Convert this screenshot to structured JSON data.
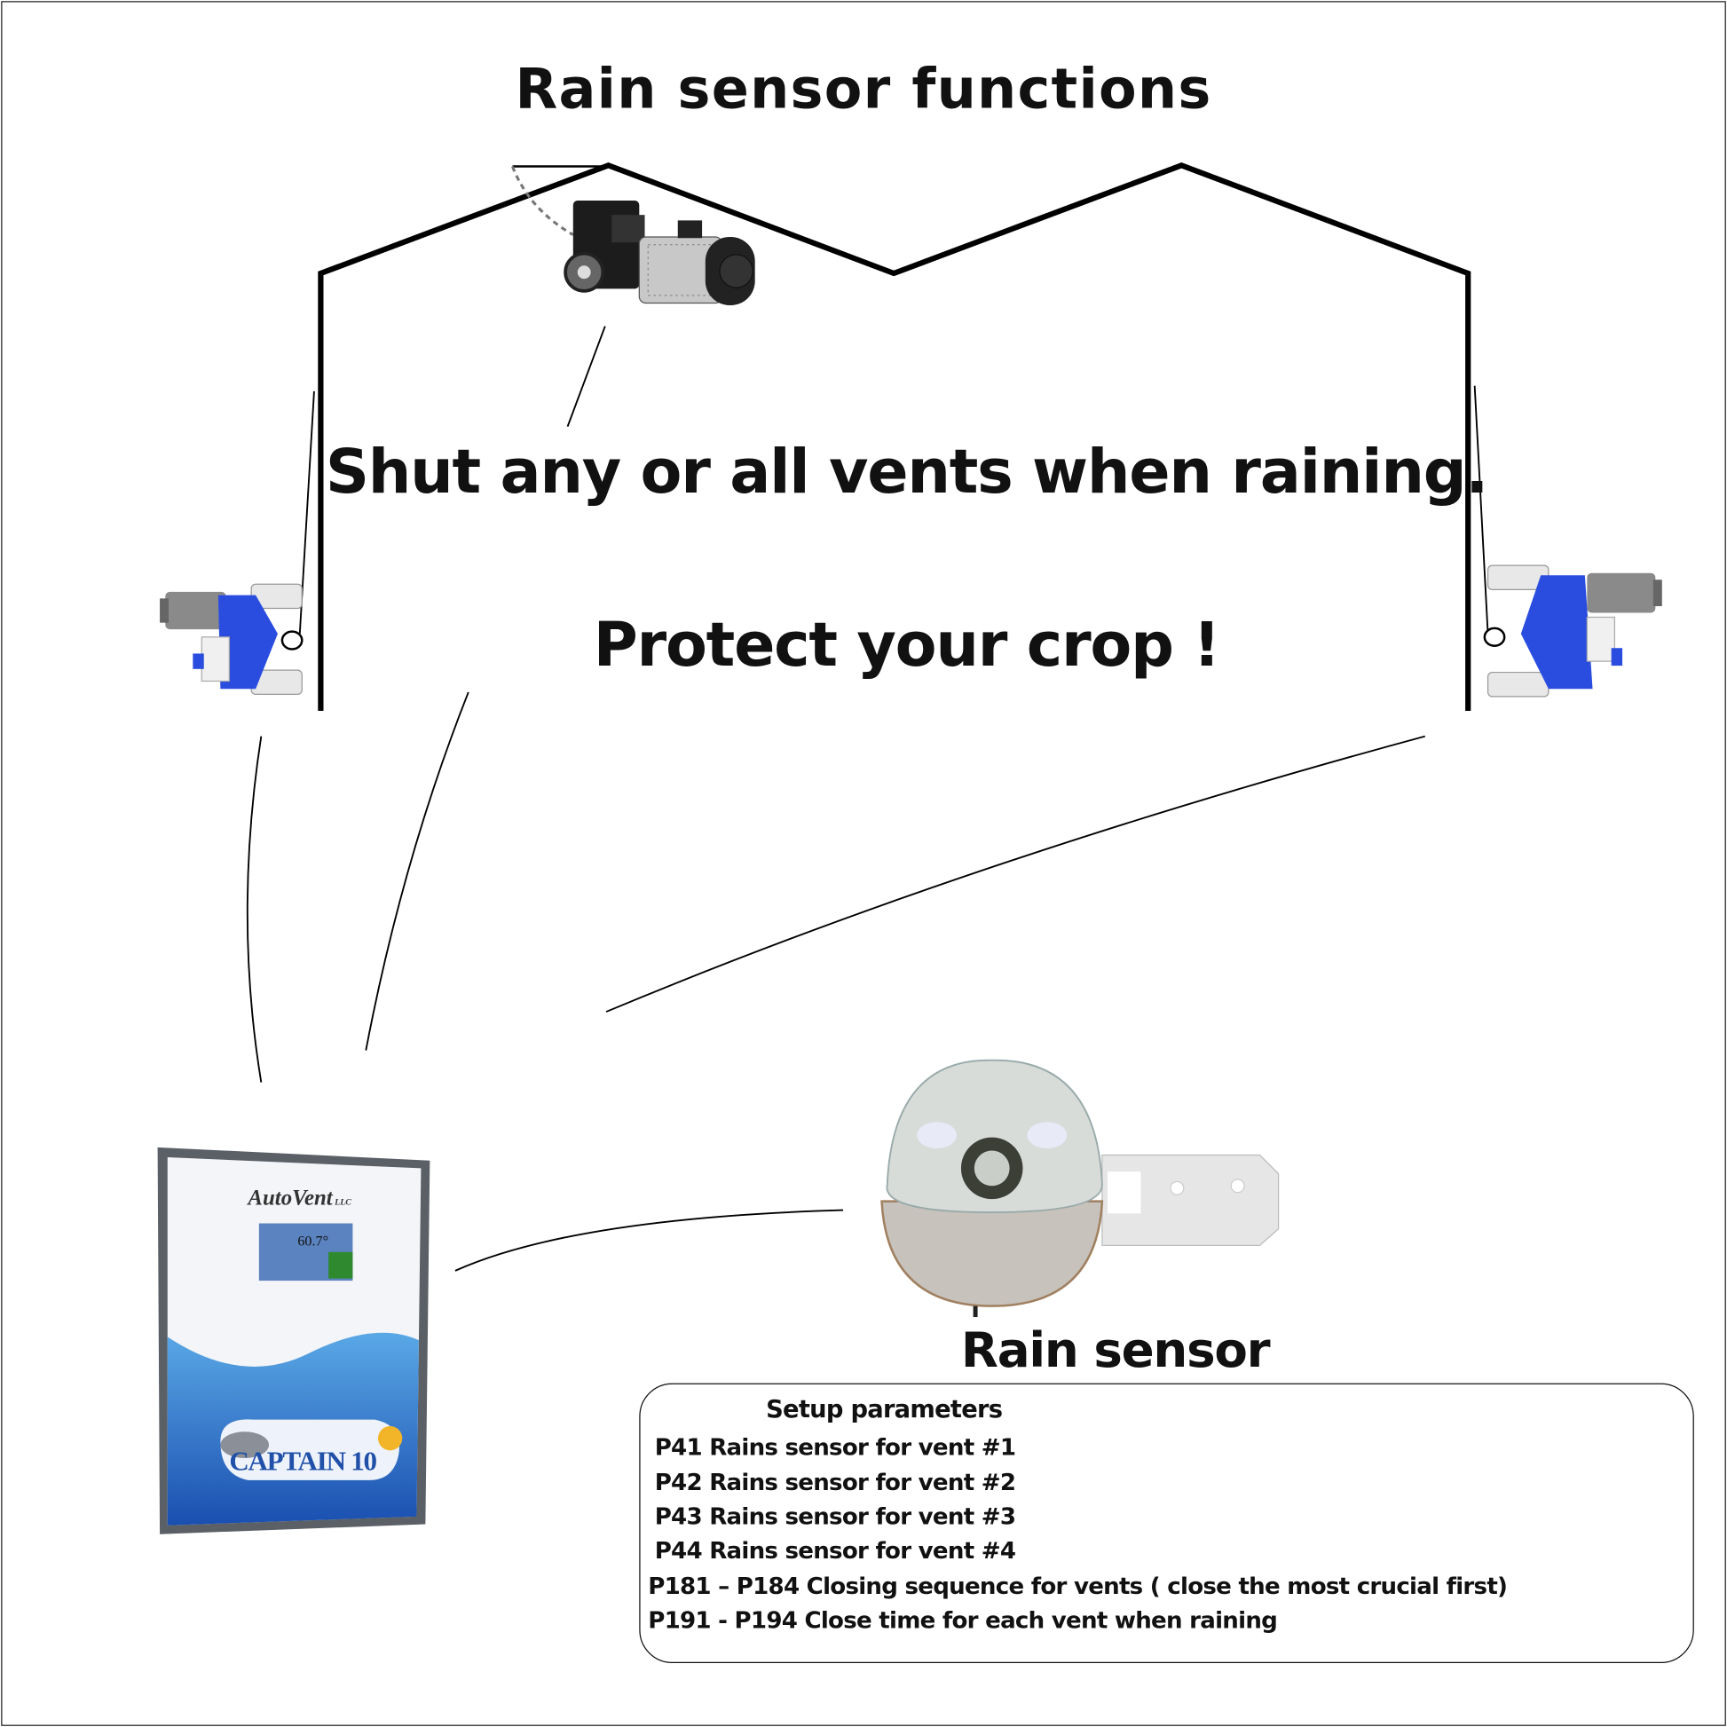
{
  "title": "Rain sensor functions",
  "headline": "Shut any or all vents when raining.",
  "slogan": "Protect your crop !",
  "sensor_label": "Rain sensor",
  "controller": {
    "brand": "AutoVent",
    "brand_suffix": "LLC",
    "display_temp": "60.7°",
    "model": "CAPTAIN 10"
  },
  "setup": {
    "heading": "Setup parameters",
    "params": [
      "P41  Rains sensor for vent #1",
      "P42  Rains sensor for vent #2",
      "P43  Rains sensor for vent #3",
      "P44  Rains sensor for vent #4",
      "P181 – P184 Closing sequence for vents ( close the most crucial first)",
      "P191 - P194  Close time for each vent when raining"
    ]
  }
}
